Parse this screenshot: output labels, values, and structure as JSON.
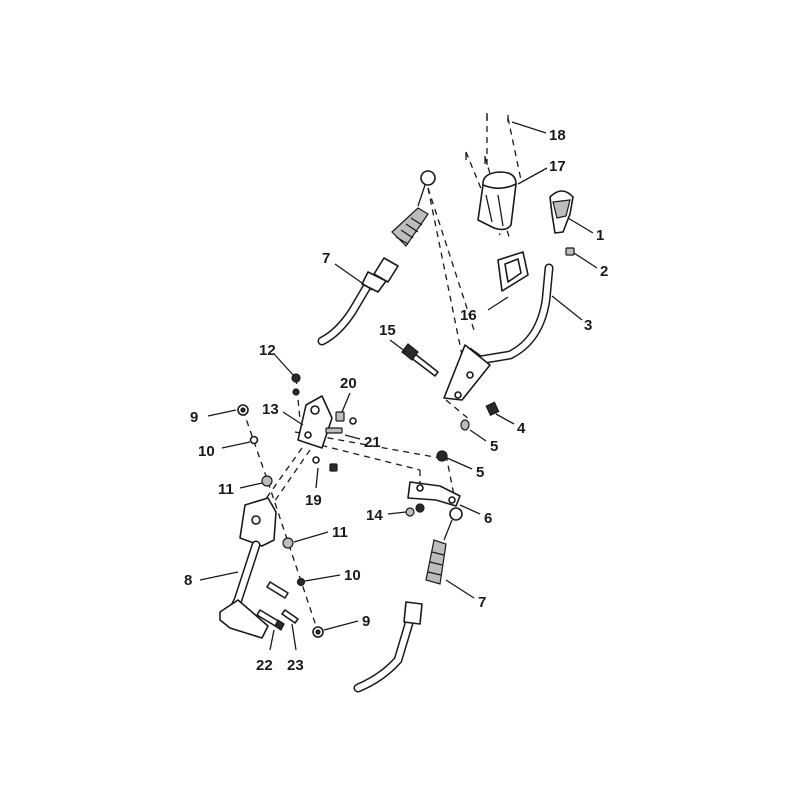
{
  "diagram": {
    "callouts": [
      {
        "id": "c18",
        "label": "18"
      },
      {
        "id": "c17",
        "label": "17"
      },
      {
        "id": "c1",
        "label": "1"
      },
      {
        "id": "c2",
        "label": "2"
      },
      {
        "id": "c3",
        "label": "3"
      },
      {
        "id": "c16",
        "label": "16"
      },
      {
        "id": "c7a",
        "label": "7"
      },
      {
        "id": "c15",
        "label": "15"
      },
      {
        "id": "c12",
        "label": "12"
      },
      {
        "id": "c20",
        "label": "20"
      },
      {
        "id": "c13",
        "label": "13"
      },
      {
        "id": "c21",
        "label": "21"
      },
      {
        "id": "c9a",
        "label": "9"
      },
      {
        "id": "c10a",
        "label": "10"
      },
      {
        "id": "c11a",
        "label": "11"
      },
      {
        "id": "c19",
        "label": "19"
      },
      {
        "id": "c4",
        "label": "4"
      },
      {
        "id": "c5a",
        "label": "5"
      },
      {
        "id": "c5b",
        "label": "5"
      },
      {
        "id": "c6",
        "label": "6"
      },
      {
        "id": "c14",
        "label": "14"
      },
      {
        "id": "c11b",
        "label": "11"
      },
      {
        "id": "c10b",
        "label": "10"
      },
      {
        "id": "c8",
        "label": "8"
      },
      {
        "id": "c7b",
        "label": "7"
      },
      {
        "id": "c9b",
        "label": "9"
      },
      {
        "id": "c22",
        "label": "22"
      },
      {
        "id": "c23",
        "label": "23"
      }
    ]
  }
}
